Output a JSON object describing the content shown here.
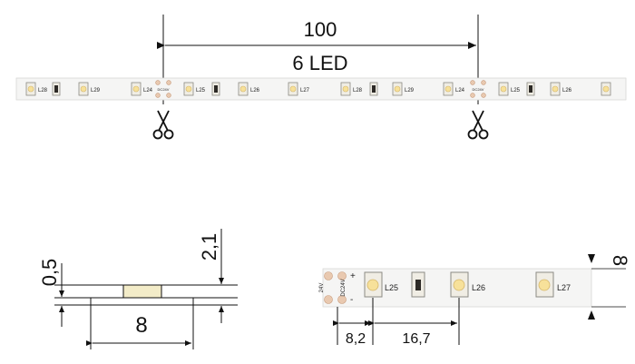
{
  "top": {
    "length": "100",
    "led_count": "6 LED",
    "labels": [
      "L28",
      "L29",
      "L24",
      "L25",
      "L26",
      "L27",
      "L28",
      "L29",
      "L24",
      "L25",
      "L26"
    ],
    "connector": [
      "DC24V",
      "DC24V"
    ]
  },
  "profile": {
    "thickness": "0,5",
    "height": "2,1",
    "width": "8"
  },
  "detail": {
    "pitch_first": "8,2",
    "pitch_led": "16,7",
    "strip_width": "8",
    "labels": [
      "L25",
      "L26",
      "L27"
    ],
    "connector_left": "24V",
    "connector_right": "DC24V",
    "plus": "+",
    "minus": "-"
  },
  "icons": [
    "scissors-icon",
    "scissors-icon"
  ]
}
